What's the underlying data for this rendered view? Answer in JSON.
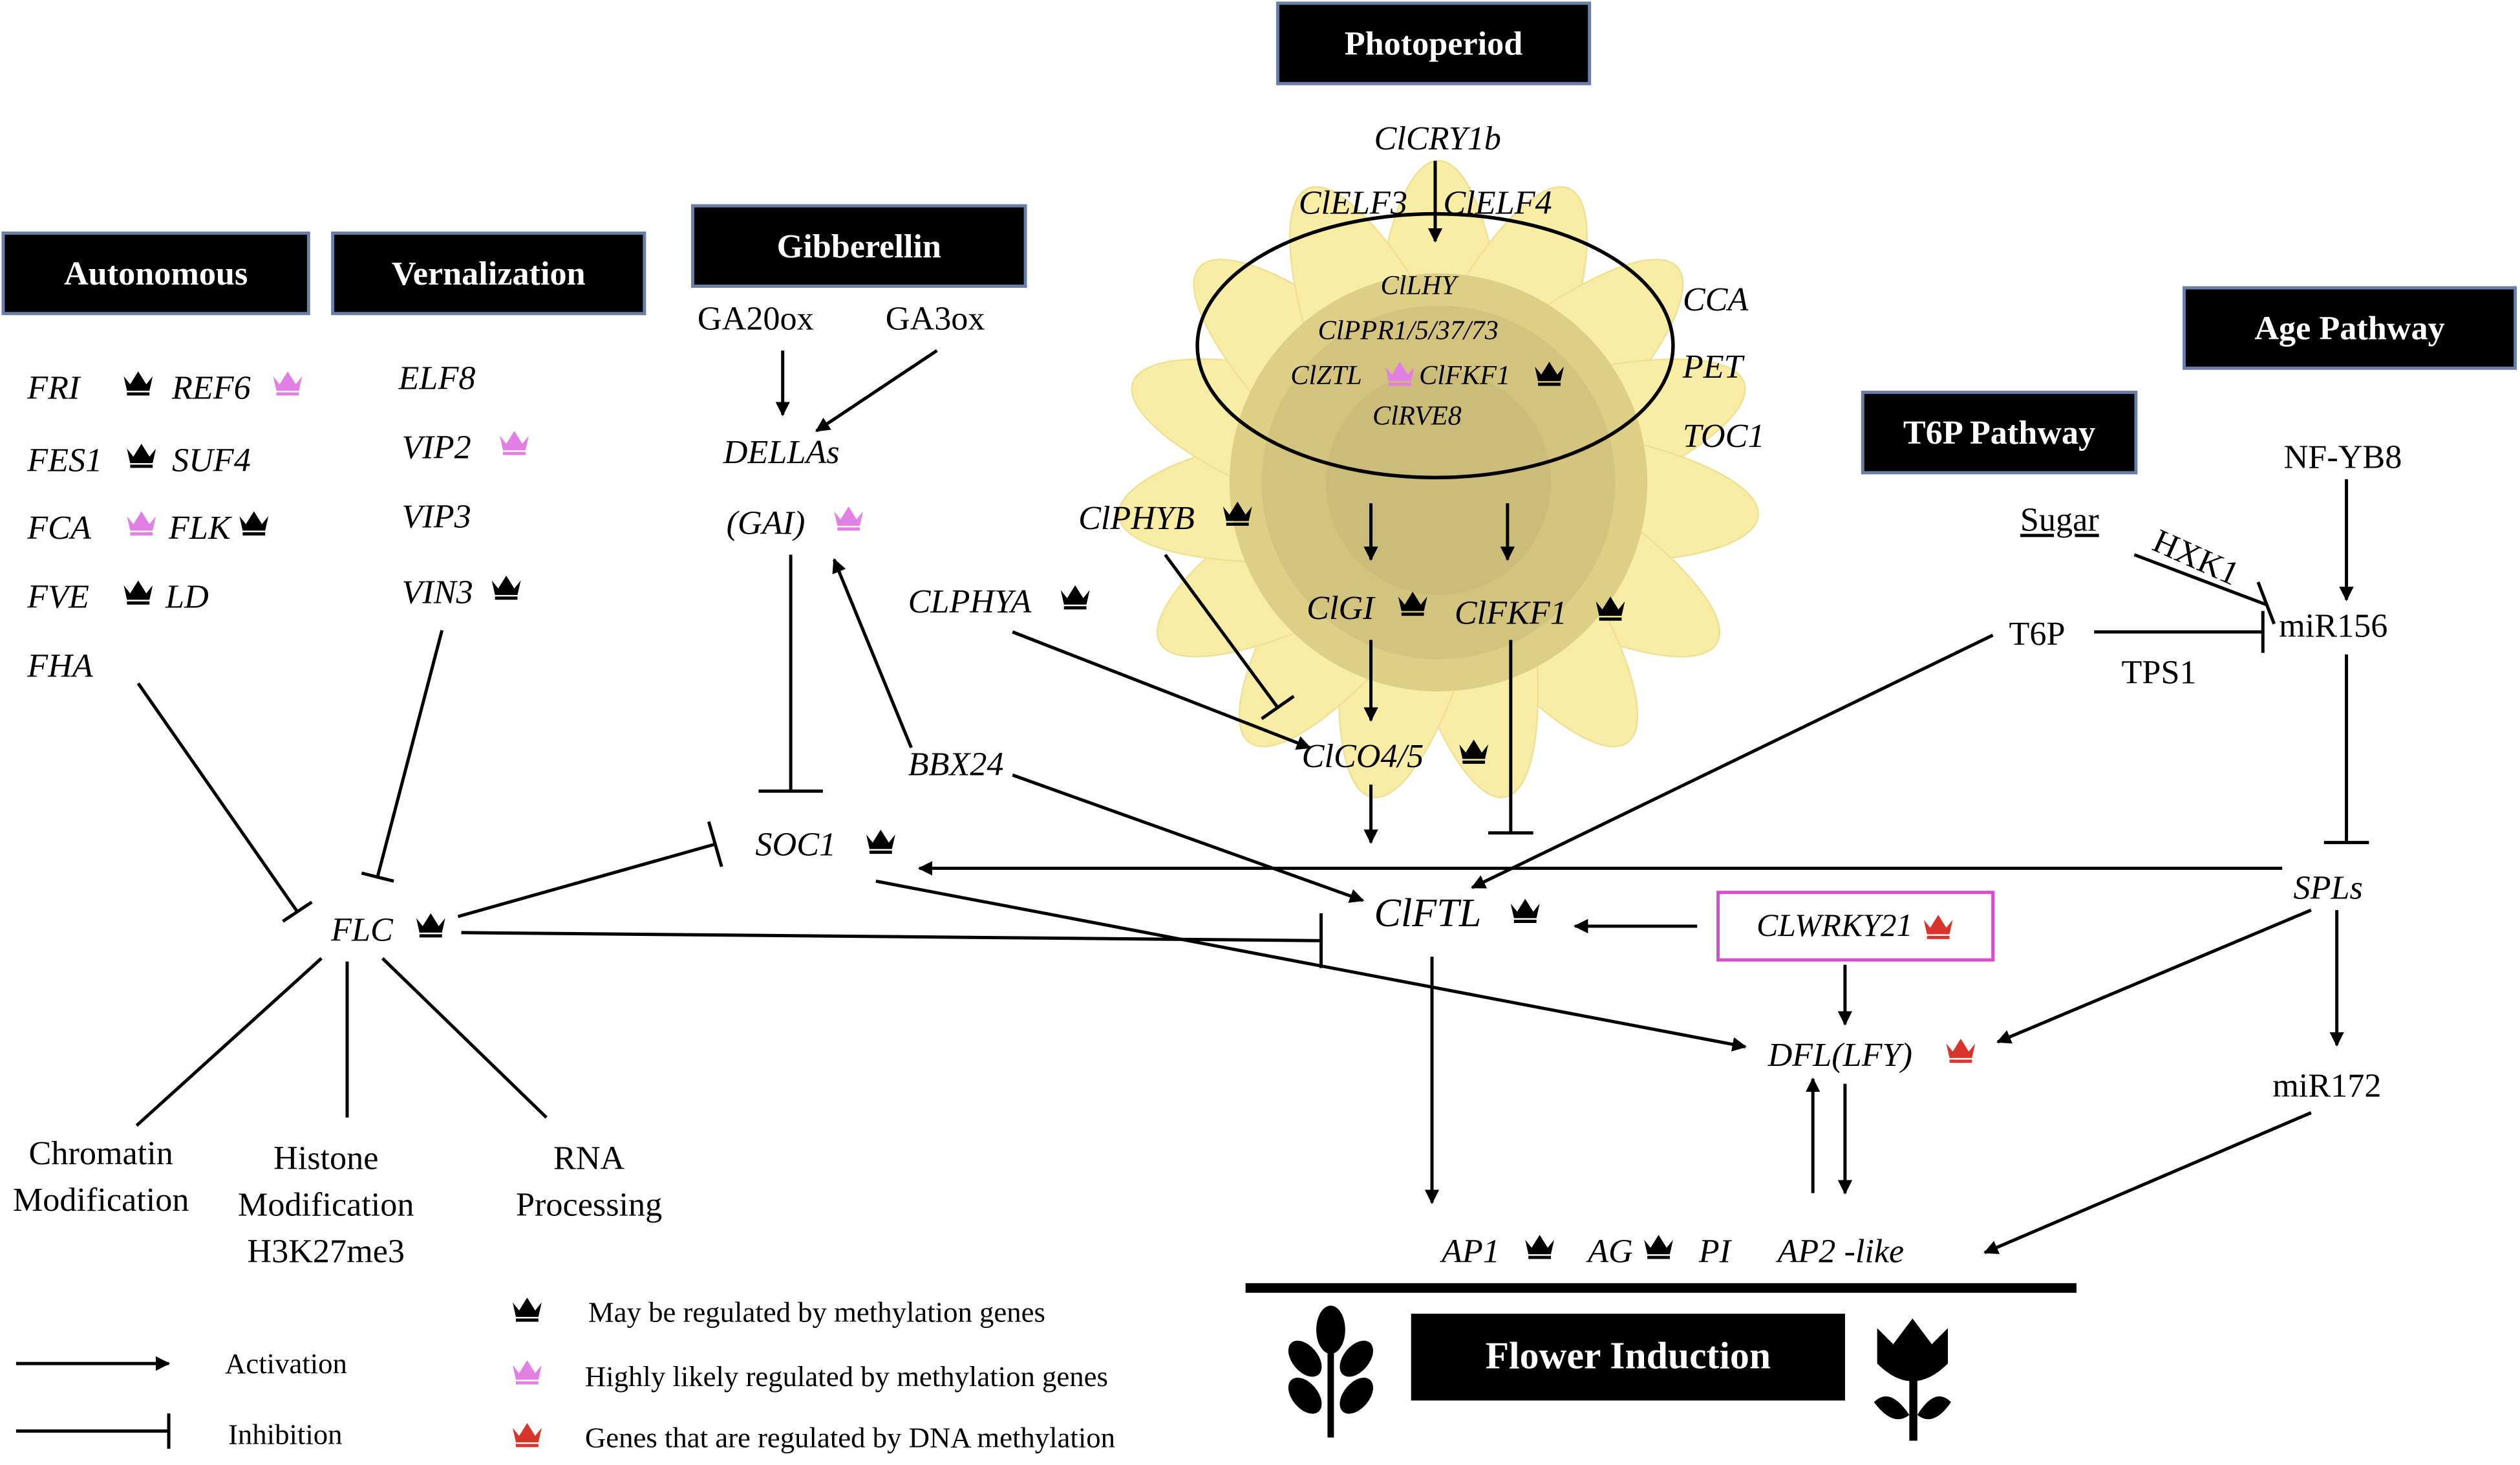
{
  "pathways": {
    "autonomous": "Autonomous",
    "vernalization": "Vernalization",
    "gibberellin": "Gibberellin",
    "photoperiod": "Photoperiod",
    "age": "Age Pathway",
    "t6p": "T6P Pathway",
    "flower_induction": "Flower Induction"
  },
  "autonomous_genes": [
    "FRI",
    "REF6",
    "FES1",
    "SUF4",
    "FCA",
    "FLK",
    "FVE",
    "LD",
    "FHA"
  ],
  "vernalization_genes": [
    "ELF8",
    "VIP2",
    "VIP3",
    "VIN3"
  ],
  "gibberellin": {
    "ga20ox": "GA20ox",
    "ga3ox": "GA3ox",
    "dellas": "DELLAs",
    "gai": "(GAI)"
  },
  "photoperiod": {
    "clcry1b": "ClCRY1b",
    "clelf3": "ClELF3",
    "clelf4": "ClELF4",
    "clock": [
      "ClLHY",
      "ClPPR1/5/37/73",
      "ClZTL",
      "ClFKF1",
      "ClRVE8"
    ],
    "cca": "CCA",
    "pet": "PET",
    "toc1": "TOC1",
    "clphyb": "ClPHYB",
    "clphya": "CLPHYA",
    "clgi": "ClGI",
    "clfkf1b": "ClFKF1",
    "clco45": "ClCO4/5"
  },
  "t6p": {
    "sugar": "Sugar",
    "hxk1": "HXK1",
    "t6p": "T6P",
    "tps1": "TPS1"
  },
  "age": {
    "nfyb8": "NF-YB8",
    "mir156": "miR156",
    "spls": "SPLs",
    "mir172": "miR172"
  },
  "integrators": {
    "bbx24": "BBX24",
    "soc1": "SOC1",
    "flc": "FLC",
    "clftl": "ClFTL",
    "clwrky21": "CLWRKY21",
    "dfl": "DFL(LFY)"
  },
  "flc_targets": {
    "chromatin": [
      "Chromatin",
      "Modification"
    ],
    "histone": [
      "Histone",
      "Modification",
      "H3K27me3"
    ],
    "rna": [
      "RNA",
      "Processing"
    ]
  },
  "floral_genes": {
    "ap1": "AP1",
    "ag": "AG",
    "pi": "PI",
    "ap2": "AP2 -like"
  },
  "legend": {
    "activation": "Activation",
    "inhibition": "Inhibition",
    "black": "May be regulated by methylation genes",
    "pink": "Highly likely regulated by methylation genes",
    "red": "Genes that are regulated by DNA methylation"
  },
  "colors": {
    "crown_black": "#000000",
    "crown_pink": "#e27fe4",
    "crown_red": "#d9342b",
    "flower": "#f6e27a",
    "wrky_border": "#d84ad0",
    "box_outline": "#6a7ea8"
  },
  "icons": [
    "crown-icon",
    "flower-icon",
    "plant-icon"
  ]
}
